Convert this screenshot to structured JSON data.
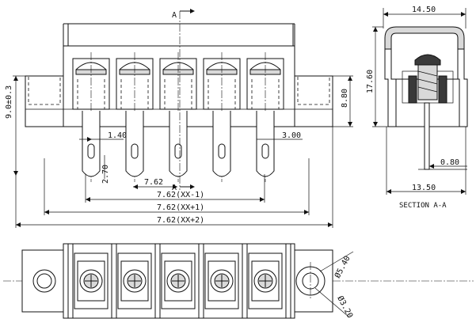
{
  "section_marker": "A",
  "section_title": "SECTION A-A",
  "front_view": {
    "height_tol": "9.0±0.3",
    "height_dim": "8.80",
    "pin_spacing": "1.40",
    "pin_width": "3.00",
    "pin_length": "2.70",
    "pitch": "7.62",
    "span_1": "7.62(XX-1)",
    "span_2": "7.62(XX+1)",
    "span_3": "7.62(XX+2)"
  },
  "section_view": {
    "top_width": "14.50",
    "height": "17.60",
    "pin_thickness": "0.80",
    "bottom_width": "13.50"
  },
  "top_view": {
    "hole_dia_1": "Ø5.40",
    "hole_dia_2": "Ø3.20"
  },
  "positions": 5
}
